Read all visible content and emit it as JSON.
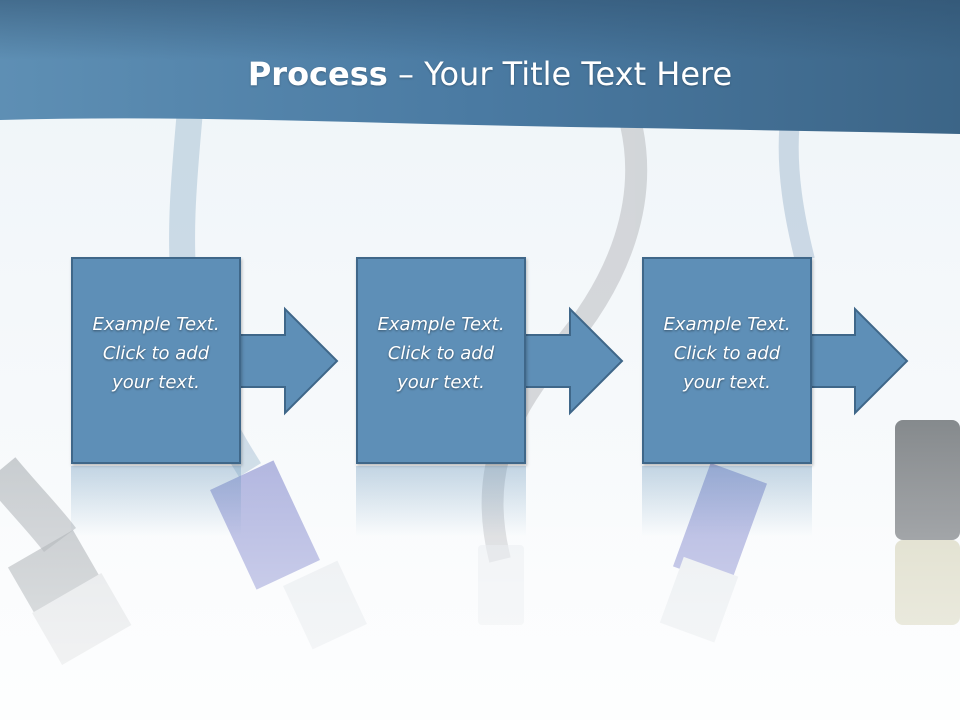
{
  "header": {
    "title_bold": "Process",
    "title_rest": " – Your Title Text Here"
  },
  "steps": [
    {
      "text": "Example Text.\nClick  to add\nyour text."
    },
    {
      "text": "Example Text.\nClick  to add\nyour text."
    },
    {
      "text": "Example Text.\nClick  to add\nyour text."
    }
  ],
  "colors": {
    "header_blue": "#4a7aa3",
    "box_fill": "#5e8fb7",
    "box_border": "#3f6789"
  }
}
